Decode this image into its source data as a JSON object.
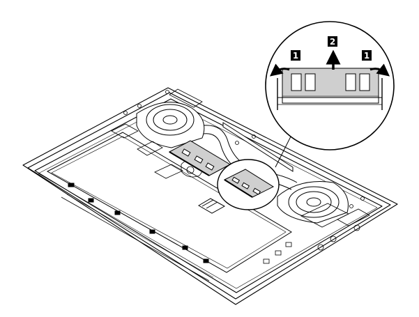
{
  "figure": {
    "callouts": [
      {
        "id": "step-1-left",
        "label": "1"
      },
      {
        "id": "step-2",
        "label": "2"
      },
      {
        "id": "step-1-right",
        "label": "1"
      }
    ],
    "colors": {
      "line": "#000000",
      "background": "#ffffff",
      "module_fill": "#cfcfcf",
      "callout_fill": "#000000",
      "callout_text": "#ffffff"
    },
    "icons": [
      "memory-module-icon",
      "arrow-up-icon",
      "curved-arrow-left-icon",
      "curved-arrow-right-icon",
      "fan-icon",
      "heat-pipe-icon"
    ]
  }
}
